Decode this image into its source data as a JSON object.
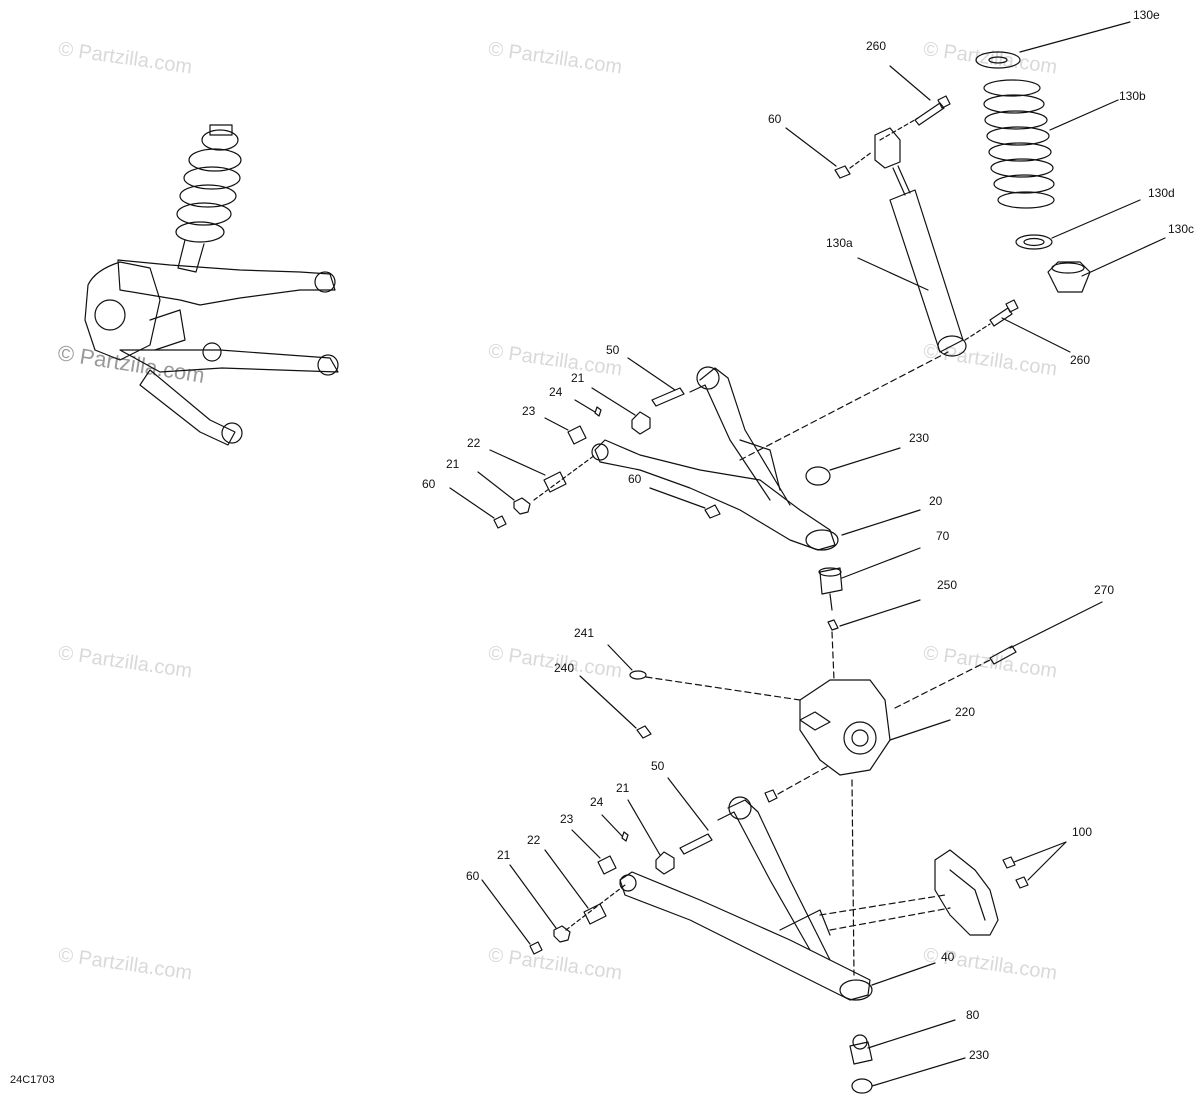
{
  "watermark": "© Partzilla.com",
  "diagram_code": "24C1703",
  "callouts": {
    "c130e": "130e",
    "c260a": "260",
    "c130b": "130b",
    "c60a": "60",
    "c130d": "130d",
    "c130a": "130a",
    "c130c": "130c",
    "c260b": "260",
    "c50a": "50",
    "c21a": "21",
    "c24a": "24",
    "c23a": "23",
    "c230a": "230",
    "c22a": "22",
    "c60b": "60",
    "c21b": "21",
    "c60c": "60",
    "c20": "20",
    "c70": "70",
    "c250": "250",
    "c270": "270",
    "c241": "241",
    "c240": "240",
    "c220": "220",
    "c50b": "50",
    "c21c": "21",
    "c24b": "24",
    "c23b": "23",
    "c22b": "22",
    "c21d": "21",
    "c60d": "60",
    "c100": "100",
    "c40": "40",
    "c80": "80",
    "c230b": "230"
  }
}
